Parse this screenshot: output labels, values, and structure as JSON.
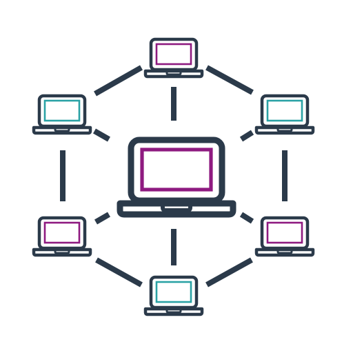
{
  "colors": {
    "outline": "#2b3a4a",
    "purple": "#8e1a80",
    "teal": "#2aa2a5",
    "background": "#ffffff"
  },
  "network": {
    "center": {
      "icon": "laptop-icon",
      "screen_color": "purple"
    },
    "nodes": [
      {
        "name": "laptop-top",
        "icon": "laptop-icon",
        "screen_color": "purple"
      },
      {
        "name": "laptop-upper-left",
        "icon": "laptop-icon",
        "screen_color": "teal"
      },
      {
        "name": "laptop-upper-right",
        "icon": "laptop-icon",
        "screen_color": "teal"
      },
      {
        "name": "laptop-lower-left",
        "icon": "laptop-icon",
        "screen_color": "purple"
      },
      {
        "name": "laptop-lower-right",
        "icon": "laptop-icon",
        "screen_color": "purple"
      },
      {
        "name": "laptop-bottom",
        "icon": "laptop-icon",
        "screen_color": "teal"
      }
    ]
  }
}
